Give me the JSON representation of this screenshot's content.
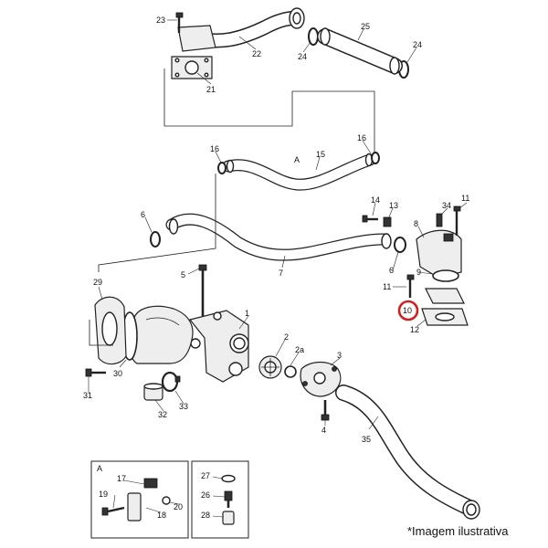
{
  "caption": "*Imagem ilustrativa",
  "callouts": {
    "n1": "1",
    "n2": "2",
    "n2a": "2a",
    "n3": "3",
    "n4": "4",
    "n5": "5",
    "n6a": "6",
    "n6b": "6",
    "n7": "7",
    "n8": "8",
    "n9": "9",
    "n10": "10",
    "n11a": "11",
    "n11b": "11",
    "n12": "12",
    "n13": "13",
    "n14": "14",
    "n15": "15",
    "n16a": "16",
    "n16b": "16",
    "n17": "17",
    "n18": "18",
    "n19": "19",
    "n20": "20",
    "n21": "21",
    "n22": "22",
    "n23": "23",
    "n24a": "24",
    "n24b": "24",
    "n25": "25",
    "n26": "26",
    "n27": "27",
    "n28": "28",
    "n29": "29",
    "n30": "30",
    "n31": "31",
    "n32": "32",
    "n33": "33",
    "n34": "34",
    "n35": "35",
    "viewA_hose": "A",
    "viewA_box": "A"
  },
  "highlight": {
    "part": "10",
    "color": "#cc2222"
  }
}
